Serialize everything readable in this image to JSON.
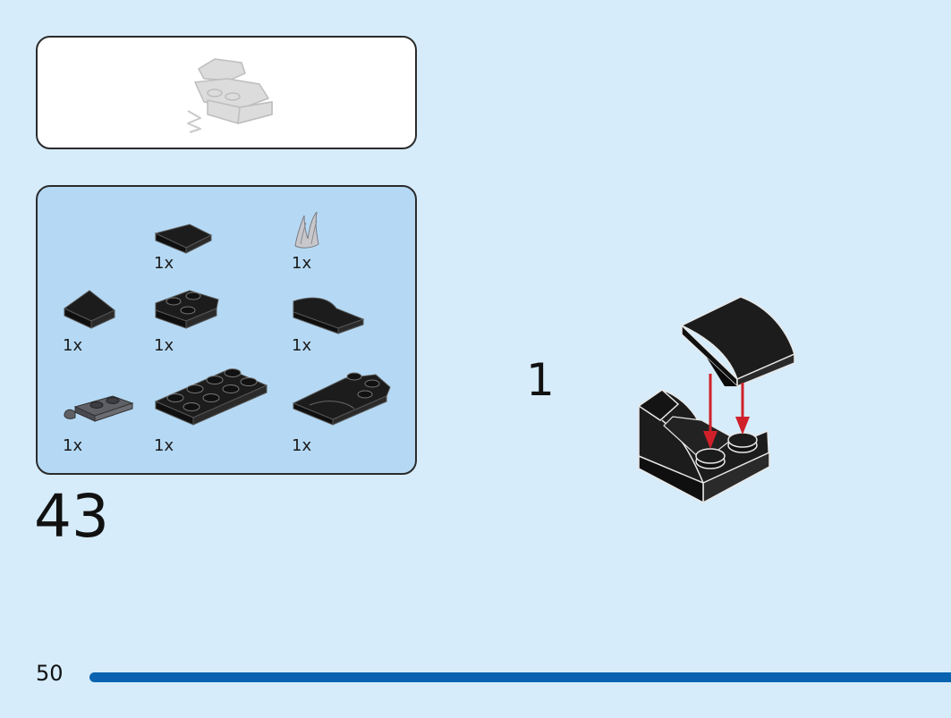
{
  "page": {
    "background": "#d6ecfa",
    "page_number": "50",
    "step_number": "43",
    "substep_number": "1",
    "progress_fraction": 1.0,
    "progress_color": "#0a63b0"
  },
  "preview": {
    "description_icon": "assembled-submodel-icon"
  },
  "parts_box": {
    "background": "#b5d9f4",
    "parts": [
      {
        "icon": "curved-slope-1x2-icon",
        "qty": "1x"
      },
      {
        "icon": "flame-piece-icon",
        "qty": "1x"
      },
      {
        "icon": "slope-1x2-icon",
        "qty": "1x"
      },
      {
        "icon": "wedge-plate-2x2-icon",
        "qty": "1x"
      },
      {
        "icon": "curved-slope-2x2-icon",
        "qty": "1x"
      },
      {
        "icon": "plate-with-clip-icon",
        "qty": "1x"
      },
      {
        "icon": "plate-2x4-icon",
        "qty": "1x"
      },
      {
        "icon": "wedge-plate-3x4-icon",
        "qty": "1x"
      }
    ]
  },
  "assembly": {
    "arrow_color": "#d0202a"
  }
}
